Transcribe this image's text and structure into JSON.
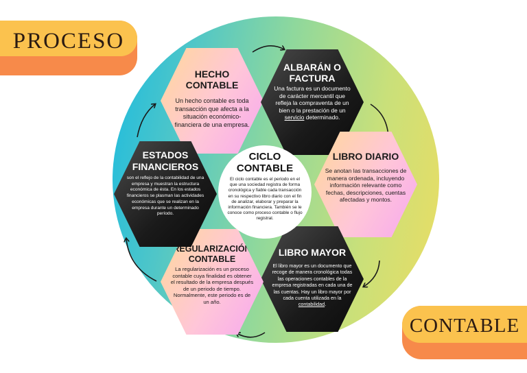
{
  "banners": {
    "left": "PROCESO",
    "right": "CONTABLE"
  },
  "center": {
    "title": "CICLO CONTABLE",
    "description": "El ciclo contable es el periodo en el que una sociedad registra de forma cronológica y fiable cada transacción en su respectivo libro diario con el fin de analizar, elaborar y preparar la información financiera. También se le conoce como proceso contable o flujo registral."
  },
  "steps": [
    {
      "title": "HECHO CONTABLE",
      "description": "Un hecho contable es toda transacción que afecta a la situación económico-financiera de una empresa.",
      "style": "light"
    },
    {
      "title": "ALBARÁN O FACTURA",
      "description_before": "Una factura es un documento de carácter mercantil que refleja la compraventa de un bien o la prestación de un",
      "description_link": "servicio",
      "description_after": " determinado.",
      "style": "dark"
    },
    {
      "title": "LIBRO DIARIO",
      "description": "Se anotan las transacciones de manera ordenada, incluyendo información relevante como fechas, descripciones, cuentas afectadas y montos.",
      "style": "light"
    },
    {
      "title": "LIBRO MAYOR",
      "description_before": "El libro mayor es un documento que recoge de manera cronológica todas las operaciones contables de la empresa registradas en cada una de las cuentas. Hay un libro mayor por cada cuenta utilizada en la ",
      "description_link": "contabilidad",
      "description_after": ".",
      "style": "dark"
    },
    {
      "title": "REGULARIZACIÓN CONTABLE",
      "description": "La regularización es un proceso contable cuya finalidad es obtener el resultado de la empresa después de un periodo de tiempo. Normalmente, este periodo es de un año.",
      "style": "light"
    },
    {
      "title": "ESTADOS FINANCIEROS",
      "description": "son el reflejo de la contabilidad de una empresa y muestran la estructura económica de ésta. En los estados financieros se plasman las actividades económicas que se realizan en la empresa durante un determinado período.",
      "style": "dark"
    }
  ],
  "colors": {
    "circle_gradient": [
      "#1bbbe0",
      "#8fd89c",
      "#ecdd62"
    ],
    "banner_orange": "#f78a4a",
    "banner_yellow": "#fbc24e",
    "hex_light": [
      "#ffd89a",
      "#f7a8ef"
    ],
    "hex_dark": [
      "#4a4a4a",
      "#0b0b0b"
    ]
  }
}
